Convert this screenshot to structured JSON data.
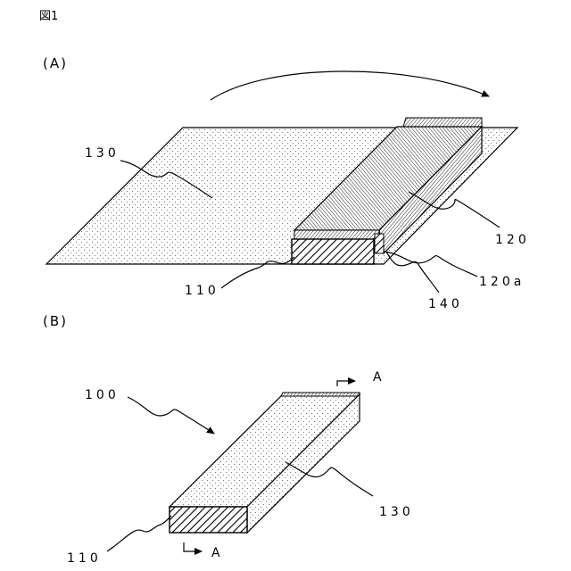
{
  "figure": {
    "title": "図1"
  },
  "panel_a": {
    "label": "(A)",
    "labels": {
      "sheet": "130",
      "stack": "120",
      "stack_edge": "120a",
      "connector": "140",
      "base": "110"
    }
  },
  "panel_b": {
    "label": "(B)",
    "labels": {
      "device": "100",
      "body": "130",
      "base": "110",
      "section_top": "A",
      "section_bottom": "A"
    }
  }
}
